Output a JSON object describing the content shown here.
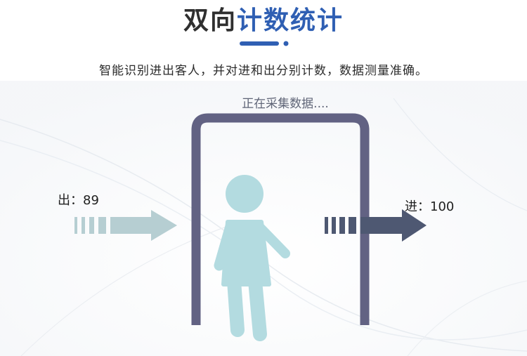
{
  "title": {
    "prefix": "双向",
    "highlight": "计数统计"
  },
  "subtitle": "智能识别进出客人，并对进和出分别计数，数据测量准确。",
  "status_text": "正在采集数据....",
  "counter_out": {
    "label": "出",
    "separator": "：",
    "value": "89"
  },
  "counter_in": {
    "label": "进",
    "separator": "：",
    "value": "100"
  },
  "colors": {
    "title_dark": "#2f2f2f",
    "title_accent": "#2f5fb3",
    "gate_frame": "#626283",
    "person": "#b3dbe0",
    "arrow_out": "#b6ced2",
    "arrow_in": "#4e5872"
  },
  "icons": {
    "gate": "doorway-frame",
    "person": "walking-person-icon",
    "exit_arrow": "right-arrow-icon",
    "enter_arrow": "right-arrow-icon"
  }
}
